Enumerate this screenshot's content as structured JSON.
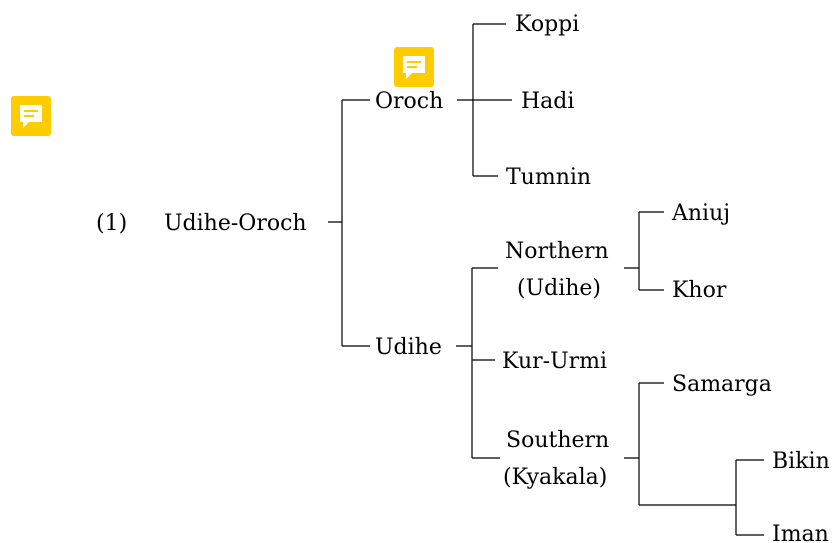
{
  "example_number": "(1)",
  "tree": {
    "root": "Udihe-Oroch",
    "oroch": {
      "label": "Oroch",
      "children": [
        "Koppi",
        "Hadi",
        "Tumnin"
      ]
    },
    "udihe": {
      "label": "Udihe",
      "northern": {
        "line1": "Northern",
        "line2": "(Udihe)",
        "children": [
          "Aniuj",
          "Khor"
        ]
      },
      "kur_urmi": "Kur-Urmi",
      "southern": {
        "line1": "Southern",
        "line2": "(Kyakala)",
        "children": [
          "Samarga",
          "Bikin",
          "Iman"
        ]
      }
    }
  },
  "annotation_icons": [
    {
      "name": "comment-icon",
      "color": "#FFCC00"
    },
    {
      "name": "comment-icon",
      "color": "#FFCC00"
    }
  ]
}
